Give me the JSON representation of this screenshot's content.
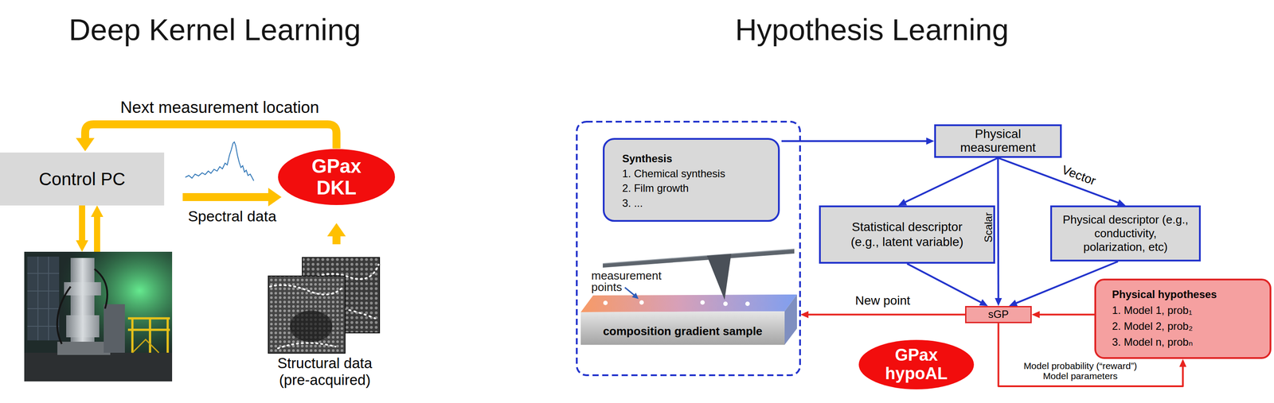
{
  "diagram": {
    "nodes": [
      {
        "text": [
          "Control PC"
        ]
      },
      {
        "text": [
          "GPax DKL"
        ]
      },
      {
        "text": [
          "Structural data (pre-acquired)"
        ]
      },
      {
        "text": [
          "Synthesis",
          "1. Chemical synthesis",
          "2. Film growth",
          "3. ..."
        ]
      },
      {
        "text": [
          "composition gradient sample"
        ]
      },
      {
        "text": [
          "Physical measurement"
        ]
      },
      {
        "text": [
          "Statistical descriptor (e.g., latent variable)"
        ]
      },
      {
        "text": [
          "Physical descriptor (e.g., conductivity, polarization, etc)"
        ]
      },
      {
        "text": [
          "sGP"
        ]
      },
      {
        "text": [
          "Physical hypotheses",
          "1. Model 1, prob₁",
          "2. Model 2, prob₂",
          "3. Model n, probₙ"
        ]
      },
      {
        "text": [
          "GPax hypoAL"
        ]
      }
    ],
    "edges": [
      {
        "from": 1,
        "to": 0,
        "label": "Next measurement location",
        "arrow": "to"
      },
      {
        "from": 0,
        "to": 1,
        "label": "Spectral data",
        "arrow": "to"
      },
      {
        "from": 2,
        "to": 1,
        "arrow": "to"
      },
      {
        "from": 3,
        "to": 5,
        "arrow": "to"
      },
      {
        "from": 5,
        "to": 6,
        "arrow": "to"
      },
      {
        "from": 5,
        "to": 8,
        "label": "Scalar",
        "arrow": "to"
      },
      {
        "from": 5,
        "to": 7,
        "label": "Vector",
        "arrow": "to"
      },
      {
        "from": 6,
        "to": 8,
        "arrow": "to"
      },
      {
        "from": 7,
        "to": 8,
        "arrow": "to"
      },
      {
        "from": 8,
        "to": 4,
        "label": "New point",
        "arrow": "to"
      },
      {
        "from": 9,
        "to": 8,
        "arrow": "to"
      },
      {
        "from": 8,
        "to": 9,
        "label": "Model probability (“reward”) Model parameters",
        "arrow": "to"
      }
    ],
    "labels": [
      "Deep Kernel Learning",
      "Hypothesis Learning",
      "measurement points"
    ]
  }
}
